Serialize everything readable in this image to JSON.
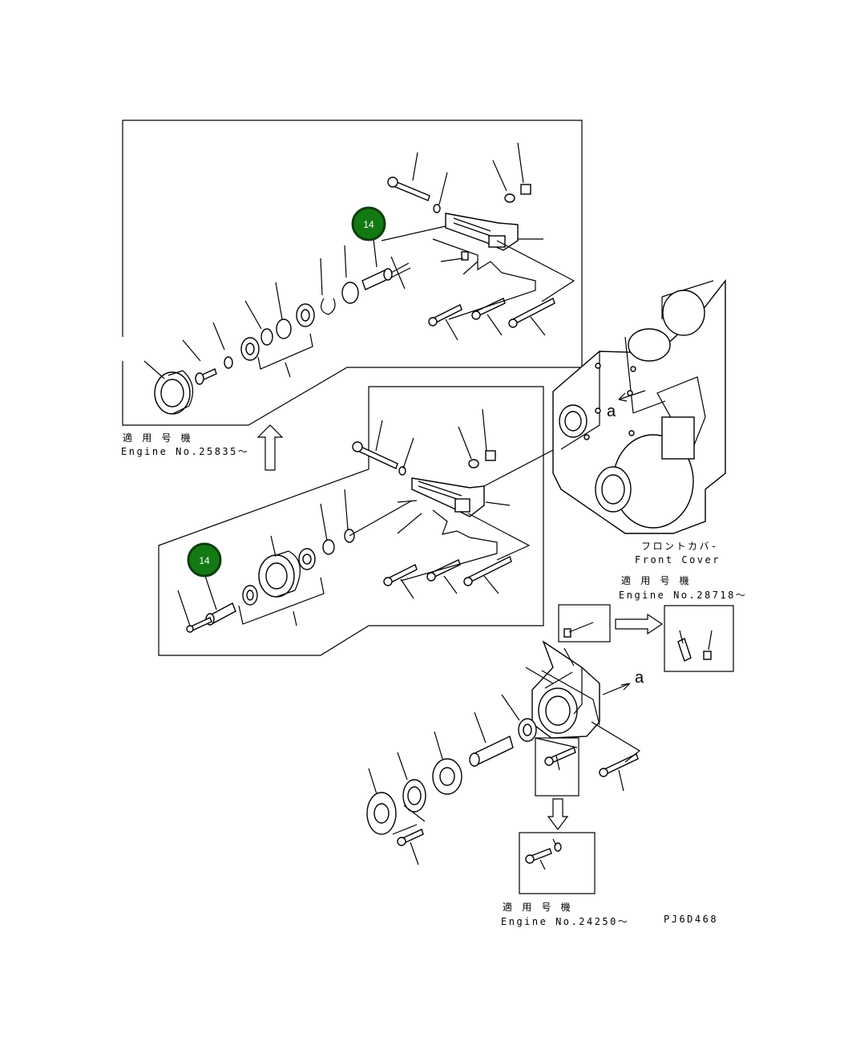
{
  "callouts": [
    {
      "number": "14",
      "color": "#137a13"
    },
    {
      "number": "14",
      "color": "#137a13"
    }
  ],
  "labels": {
    "applicable_jp": "適 用 号 機",
    "engine_25835": "Engine No.25835～",
    "engine_28718": "Engine No.28718～",
    "engine_24250": "Engine No.24250～",
    "front_cover_jp": "フロントカバ-",
    "front_cover_en": "Front Cover",
    "view_a": "a",
    "drawing_code": "PJ6D468"
  }
}
